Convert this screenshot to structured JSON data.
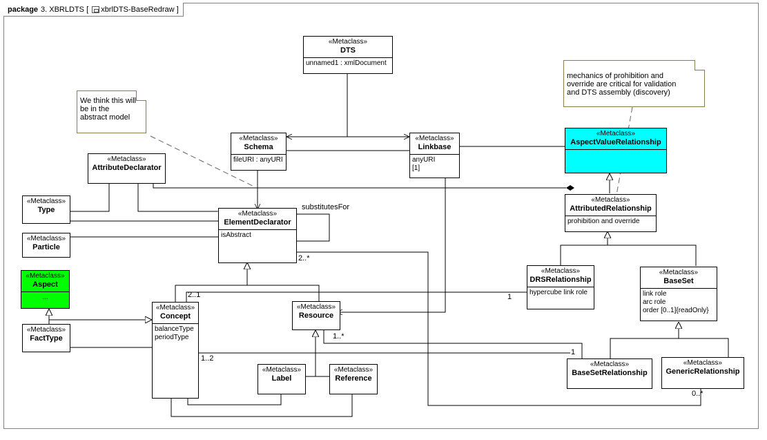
{
  "header": {
    "keyword": "package",
    "name": "3. XBRLDTS",
    "bracket_open": "[",
    "diagram_name": "xbrlDTS-BaseRedraw",
    "bracket_close": "]"
  },
  "stereotype": "«Metaclass»",
  "classes": {
    "dts": {
      "name": "DTS",
      "attrs": [
        "unnamed1 : xmlDocument"
      ]
    },
    "schema": {
      "name": "Schema",
      "attrs": [
        "fileURI : anyURI"
      ]
    },
    "linkbase": {
      "name": "Linkbase",
      "attrs": [
        "anyURI",
        " [1]"
      ]
    },
    "aspect_value_relationship": {
      "name": "AspectValueRelationship",
      "attrs": [
        ""
      ],
      "fill": "#00ffff"
    },
    "attribute_declarator": {
      "name": "AttributeDeclarator"
    },
    "type": {
      "name": "Type"
    },
    "element_declarator": {
      "name": "ElementDeclarator",
      "attrs": [
        "isAbstract"
      ]
    },
    "attributed_relationship": {
      "name": "AttributedRelationship",
      "attrs": [
        "prohibition and override"
      ]
    },
    "particle": {
      "name": "Particle"
    },
    "aspect": {
      "name": "Aspect",
      "attrs": [
        "..."
      ],
      "fill": "#00ff00"
    },
    "drs_relationship": {
      "name": "DRSRelationship",
      "attrs": [
        "hypercube link role"
      ]
    },
    "base_set": {
      "name": "BaseSet",
      "attrs": [
        "link role",
        "arc role",
        "order [0..1]{readOnly}"
      ]
    },
    "concept": {
      "name": "Concept",
      "attrs": [
        "balanceType",
        "periodType"
      ]
    },
    "resource": {
      "name": "Resource"
    },
    "fact_type": {
      "name": "FactType"
    },
    "label": {
      "name": "Label"
    },
    "reference": {
      "name": "Reference"
    },
    "base_set_relationship": {
      "name": "BaseSetRelationship"
    },
    "generic_relationship": {
      "name": "GenericRelationship"
    }
  },
  "notes": {
    "abstract_model": [
      "We think this will",
      "be in the",
      "abstract model"
    ],
    "prohibition": [
      "mechanics of prohibition and",
      "override are critical for validation",
      "and DTS assembly (discovery)"
    ]
  },
  "labels": {
    "substitutes_for": "substitutesFor",
    "m_2_star": "2..*",
    "m_2_1": "2..1",
    "m_1_drs": "1",
    "m_1_star": "1..*",
    "m_1_2": "1..2",
    "m_1_bsr": "1",
    "m_0_star": "0..*"
  }
}
